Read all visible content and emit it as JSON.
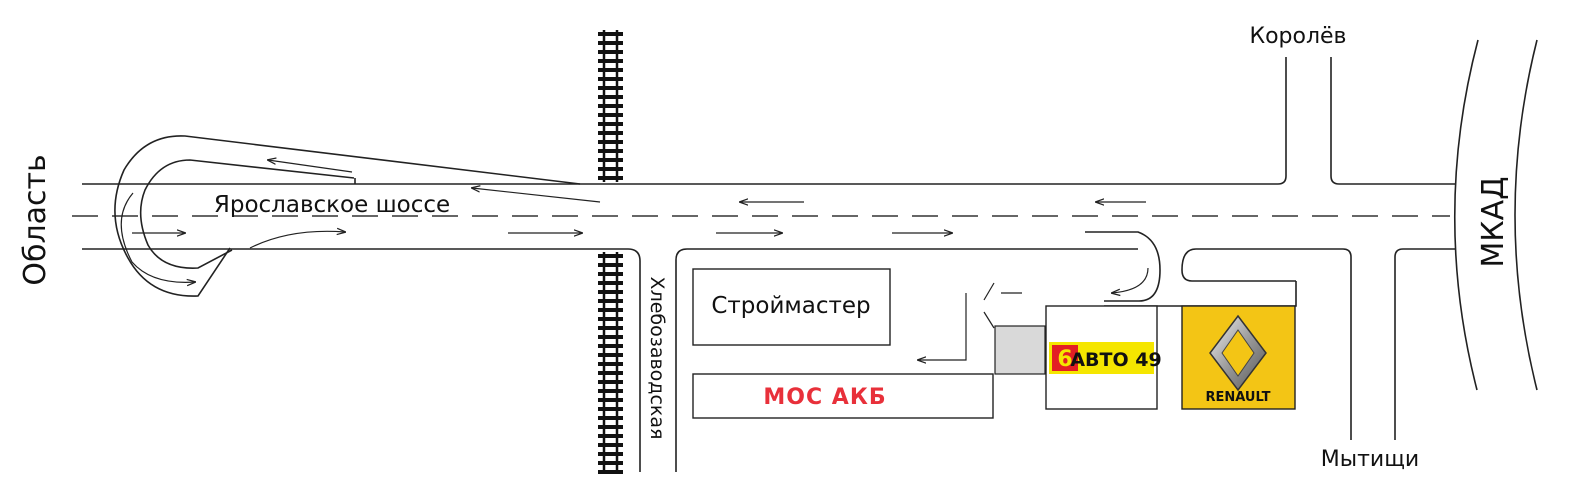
{
  "labels": {
    "korolev": "Королёв",
    "mytishchi": "Мытищи",
    "oblast": "Область",
    "mkad": "МКАД",
    "highway": "Ярославское шоссе",
    "street": "Хлебозаводская"
  },
  "buildings": {
    "stroymaster": "Строймастер",
    "mosakb": "МОС АКБ",
    "avto49": "АВТО 49",
    "avto49_badge": "6",
    "renault": "RENAULT"
  },
  "colors": {
    "mosakb_text": "#e8303a",
    "avto_yellow": "#f5e600",
    "avto_red": "#e31e24",
    "renault_yellow": "#f3c515",
    "lot_gray": "#d9d9d9"
  }
}
